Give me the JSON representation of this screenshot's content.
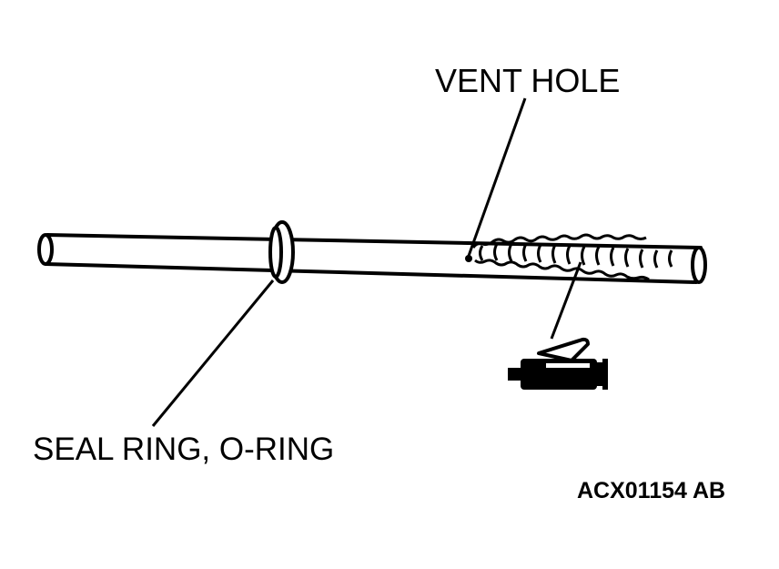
{
  "labels": {
    "vent_hole": "VENT HOLE",
    "seal_ring": "SEAL RING, O-RING",
    "figure_code": "ACX01154 AB"
  },
  "colors": {
    "ink": "#000000",
    "paper": "#ffffff"
  }
}
